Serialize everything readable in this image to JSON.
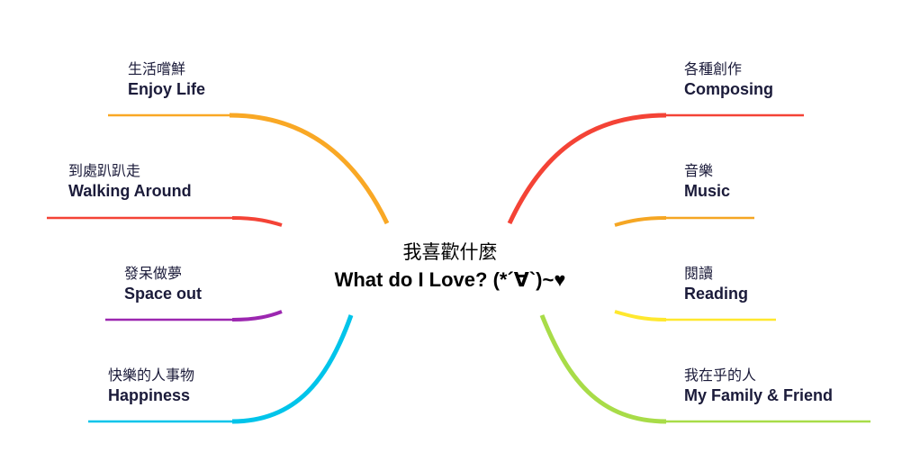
{
  "center": {
    "zh": "我喜歡什麼",
    "en": "What do I Love? (*´∀`)~♥"
  },
  "branches": [
    {
      "zh": "生活嚐鮮",
      "en": "Enjoy Life",
      "color": "#f9a825"
    },
    {
      "zh": "到處趴趴走",
      "en": "Walking Around",
      "color": "#f44336"
    },
    {
      "zh": "發呆做夢",
      "en": "Space out",
      "color": "#9c27b0"
    },
    {
      "zh": "快樂的人事物",
      "en": "Happiness",
      "color": "#00c4ea"
    },
    {
      "zh": "各種創作",
      "en": "Composing",
      "color": "#f44336"
    },
    {
      "zh": "音樂",
      "en": "Music",
      "color": "#f5a623"
    },
    {
      "zh": "閱讀",
      "en": "Reading",
      "color": "#ffe82e"
    },
    {
      "zh": "我在乎的人",
      "en": "My Family & Friend",
      "color": "#a8dc48"
    }
  ]
}
